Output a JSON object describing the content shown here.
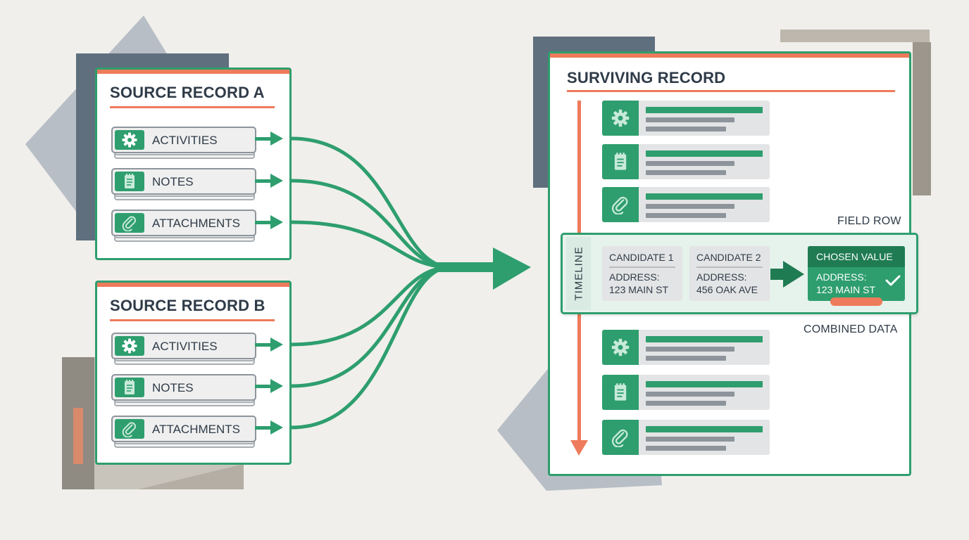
{
  "source_a": {
    "title": "SOURCE RECORD A",
    "items": [
      {
        "label": "ACTIVITIES",
        "icon": "gear-icon"
      },
      {
        "label": "NOTES",
        "icon": "notepad-icon"
      },
      {
        "label": "ATTACHMENTS",
        "icon": "paperclip-icon"
      }
    ]
  },
  "source_b": {
    "title": "SOURCE RECORD B",
    "items": [
      {
        "label": "ACTIVITIES",
        "icon": "gear-icon"
      },
      {
        "label": "NOTES",
        "icon": "notepad-icon"
      },
      {
        "label": "ATTACHMENTS",
        "icon": "paperclip-icon"
      }
    ]
  },
  "surviving": {
    "title": "SURVIVING RECORD",
    "timeline_label": "TIMELINE",
    "field_row_label": "FIELD ROW",
    "combined_data_label": "COMBINED DATA",
    "candidate_1": {
      "title": "CANDIDATE 1",
      "line1": "ADDRESS:",
      "line2": "123 MAIN ST"
    },
    "candidate_2": {
      "title": "CANDIDATE 2",
      "line1": "ADDRESS:",
      "line2": "456 OAK AVE"
    },
    "chosen": {
      "title": "CHOSEN VALUE",
      "line1": "ADDRESS:",
      "line2": "123 MAIN ST"
    }
  },
  "colors": {
    "green": "#2e9e6e",
    "dark_green": "#1f7b52",
    "accent": "#ee7b5b",
    "text": "#2f3b48",
    "slate": "#5f6f7e"
  }
}
